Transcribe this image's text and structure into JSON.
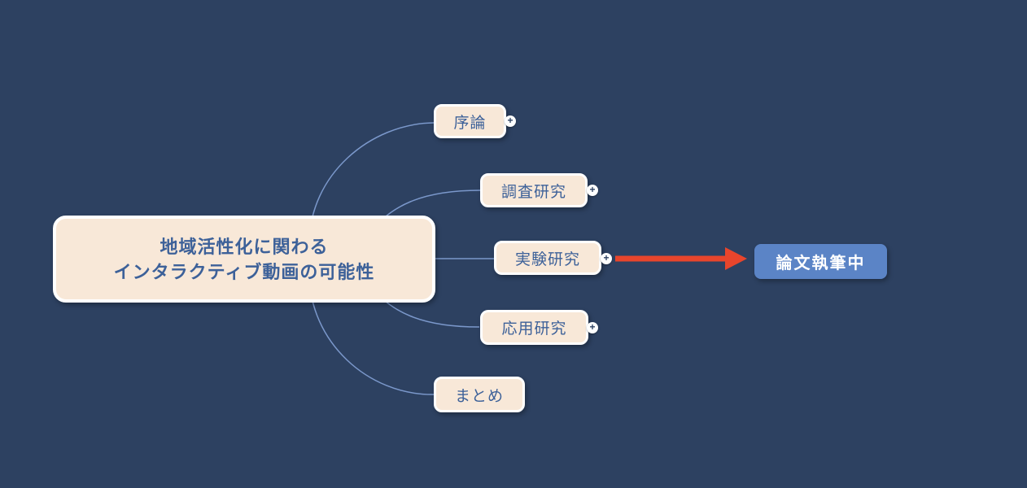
{
  "canvas": {
    "background": "#2d4161"
  },
  "mindmap": {
    "root": {
      "label_line1": "地域活性化に関わる",
      "label_line2": "インタラクティブ動画の可能性"
    },
    "branches": [
      {
        "label": "序論",
        "has_expand": true
      },
      {
        "label": "調査研究",
        "has_expand": true
      },
      {
        "label": "実験研究",
        "has_expand": true
      },
      {
        "label": "応用研究",
        "has_expand": true
      },
      {
        "label": "まとめ",
        "has_expand": false
      }
    ],
    "callout": {
      "label": "論文執筆中"
    },
    "expand_icon": "+",
    "colors": {
      "background": "#2d4161",
      "topic_fill": "#f8e8d8",
      "topic_border": "#ffffff",
      "topic_text": "#3d6199",
      "callout_fill": "#5b84c6",
      "callout_text": "#ffffff",
      "connector": "#7b98cb",
      "arrow": "#e8452c"
    }
  }
}
